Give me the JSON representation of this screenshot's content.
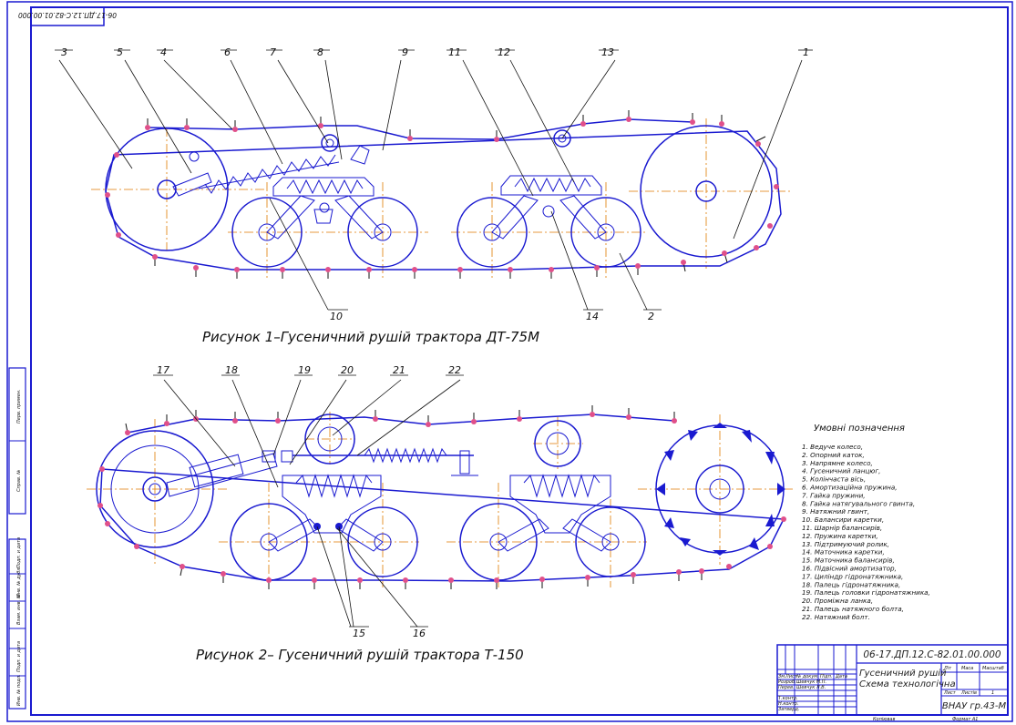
{
  "frame_code": "06-17.ДП.12.С-82.01.00.000",
  "figure1": {
    "caption": "Рисунок 1–Гусеничний рушій трактора ДТ-75М",
    "callouts": [
      "1",
      "2",
      "3",
      "4",
      "5",
      "6",
      "7",
      "8",
      "9",
      "10",
      "11",
      "12",
      "13",
      "14"
    ]
  },
  "figure2": {
    "caption": "Рисунок 2– Гусеничний рушій трактора Т-150",
    "callouts": [
      "15",
      "16",
      "17",
      "18",
      "19",
      "20",
      "21",
      "22"
    ]
  },
  "legend": {
    "title": "Умовні позначення",
    "items": [
      "1. Ведуче колесо,",
      "2. Опорний каток,",
      "3. Напрямне колесо,",
      "4. Гусеничний ланцюг,",
      "5. Колінчаста вісь,",
      "6. Амортизаційна пружина,",
      "7. Гайка пружини,",
      "8. Гайка натягувального гвинта,",
      "9. Натяжний гвинт,",
      "10. Балансири каретки,",
      "11. Шарнір балансирів,",
      "12. Пружина каретки,",
      "13. Підтримуючий ролик,",
      "14. Маточника каретки,",
      "15. Маточника балансирів,",
      "16. Підвісний амортизатор,",
      "17. Циліндр гідронатяжника,",
      "18. Палець гідронатяжника,",
      "19. Палець головки гідронатяжника,",
      "20. Проміжна ланка,",
      "21. Палець натяжного болта,",
      "22. Натяжний болт."
    ]
  },
  "title_block": {
    "designation": "06-17.ДП.12.С-82.01.00.000",
    "name_line1": "Гусеничний рушій",
    "name_line2": "Схема технологічна",
    "org": "ВНАУ гр.43-М",
    "col_lit": "Літ",
    "col_mass": "Маса",
    "col_scale": "Масштаб",
    "col_sheet": "Лист",
    "col_sheets": "Листів",
    "sheets_count": "1",
    "copied": "Копіював",
    "format": "Формат  А1",
    "rows": [
      "Зм.",
      "Лист",
      "№ докум.",
      "Підп.",
      "Дата",
      "Розроб.",
      "Шевчук М.П.",
      "Перев.",
      "Шевчук Л.В.",
      "Т.контр.",
      "Н.контр.",
      "Затверд."
    ]
  },
  "side_stamp": [
    "Перв. примен.",
    "Справ. №",
    "Подп. и дата",
    "Инв. № дубл.",
    "Взам. инв. №",
    "Подп. и дата",
    "Инв. № подл."
  ]
}
